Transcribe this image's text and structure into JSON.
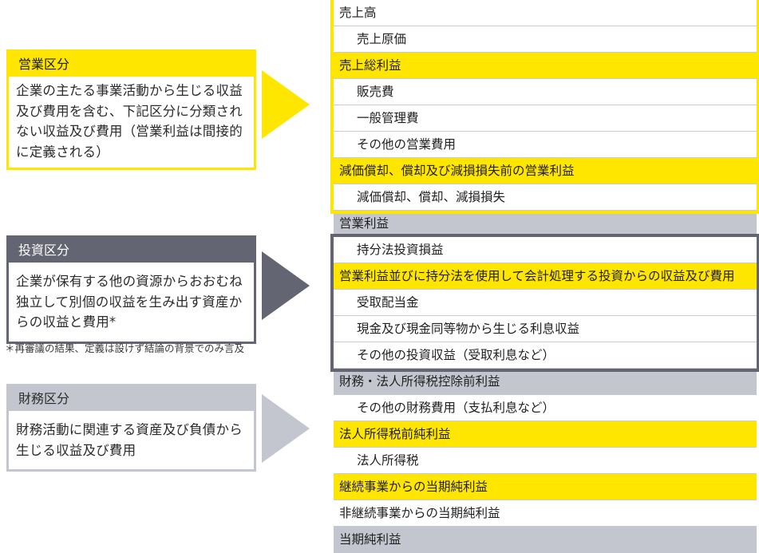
{
  "left_panel": {
    "sections": [
      {
        "id": "operating",
        "title": "営業区分",
        "description": "企業の主たる事業活動から生じる収益及び費用を含む、下記区分に分類されない収益及び費用（営業利益は間接的に定義される）",
        "accent": "#FFE600",
        "arrow_name": "arrow-operating"
      },
      {
        "id": "investing",
        "title": "投資区分",
        "description": "企業が保有する他の資源からおおむね独立して別個の収益を生み出す資産からの収益と費用*",
        "accent": "#646573",
        "arrow_name": "arrow-investing"
      },
      {
        "id": "financing",
        "title": "財務区分",
        "description": "財務活動に関連する資産及び負債から生じる収益及び費用",
        "accent": "#C4C6CF",
        "arrow_name": "arrow-financing"
      }
    ],
    "footnote": "＊再審議の結果、定義は設けず結論の背景でのみ言及"
  },
  "pl_statement": {
    "rows": [
      {
        "label": "売上高",
        "level": 0,
        "style": "white"
      },
      {
        "label": "売上原価",
        "level": 1,
        "style": "white"
      },
      {
        "label": "売上総利益",
        "level": 0,
        "style": "yellow"
      },
      {
        "label": "販売費",
        "level": 1,
        "style": "white"
      },
      {
        "label": "一般管理費",
        "level": 1,
        "style": "white"
      },
      {
        "label": "その他の営業費用",
        "level": 1,
        "style": "white"
      },
      {
        "label": "減価償却、償却及び減損損失前の営業利益",
        "level": 0,
        "style": "yellow"
      },
      {
        "label": "減価償却、償却、減損損失",
        "level": 1,
        "style": "white"
      },
      {
        "label": "営業利益",
        "level": 0,
        "style": "grey"
      },
      {
        "label": "持分法投資損益",
        "level": 1,
        "style": "white"
      },
      {
        "label": "営業利益並びに持分法を使用して会計処理する投資からの収益及び費用",
        "level": 0,
        "style": "yellow"
      },
      {
        "label": "受取配当金",
        "level": 1,
        "style": "white"
      },
      {
        "label": "現金及び現金同等物から生じる利息収益",
        "level": 1,
        "style": "white"
      },
      {
        "label": "その他の投資収益（受取利息など）",
        "level": 1,
        "style": "white"
      },
      {
        "label": "財務・法人所得税控除前利益",
        "level": 0,
        "style": "grey"
      },
      {
        "label": "その他の財務費用（支払利息など）",
        "level": 1,
        "style": "white"
      },
      {
        "label": "法人所得税前純利益",
        "level": 0,
        "style": "yellow"
      },
      {
        "label": "法人所得税",
        "level": 1,
        "style": "white"
      },
      {
        "label": "継続事業からの当期純利益",
        "level": 0,
        "style": "yellow"
      },
      {
        "label": "非継続事業からの当期純利益",
        "level": 0,
        "style": "white"
      },
      {
        "label": "当期純利益",
        "level": 0,
        "style": "grey"
      }
    ],
    "group_frames": [
      {
        "name": "operating-group-frame",
        "color": "#FFE600",
        "first_row": 0,
        "last_row": 7
      },
      {
        "name": "investing-group-frame",
        "color": "#646573",
        "first_row": 9,
        "last_row": 13
      }
    ]
  }
}
